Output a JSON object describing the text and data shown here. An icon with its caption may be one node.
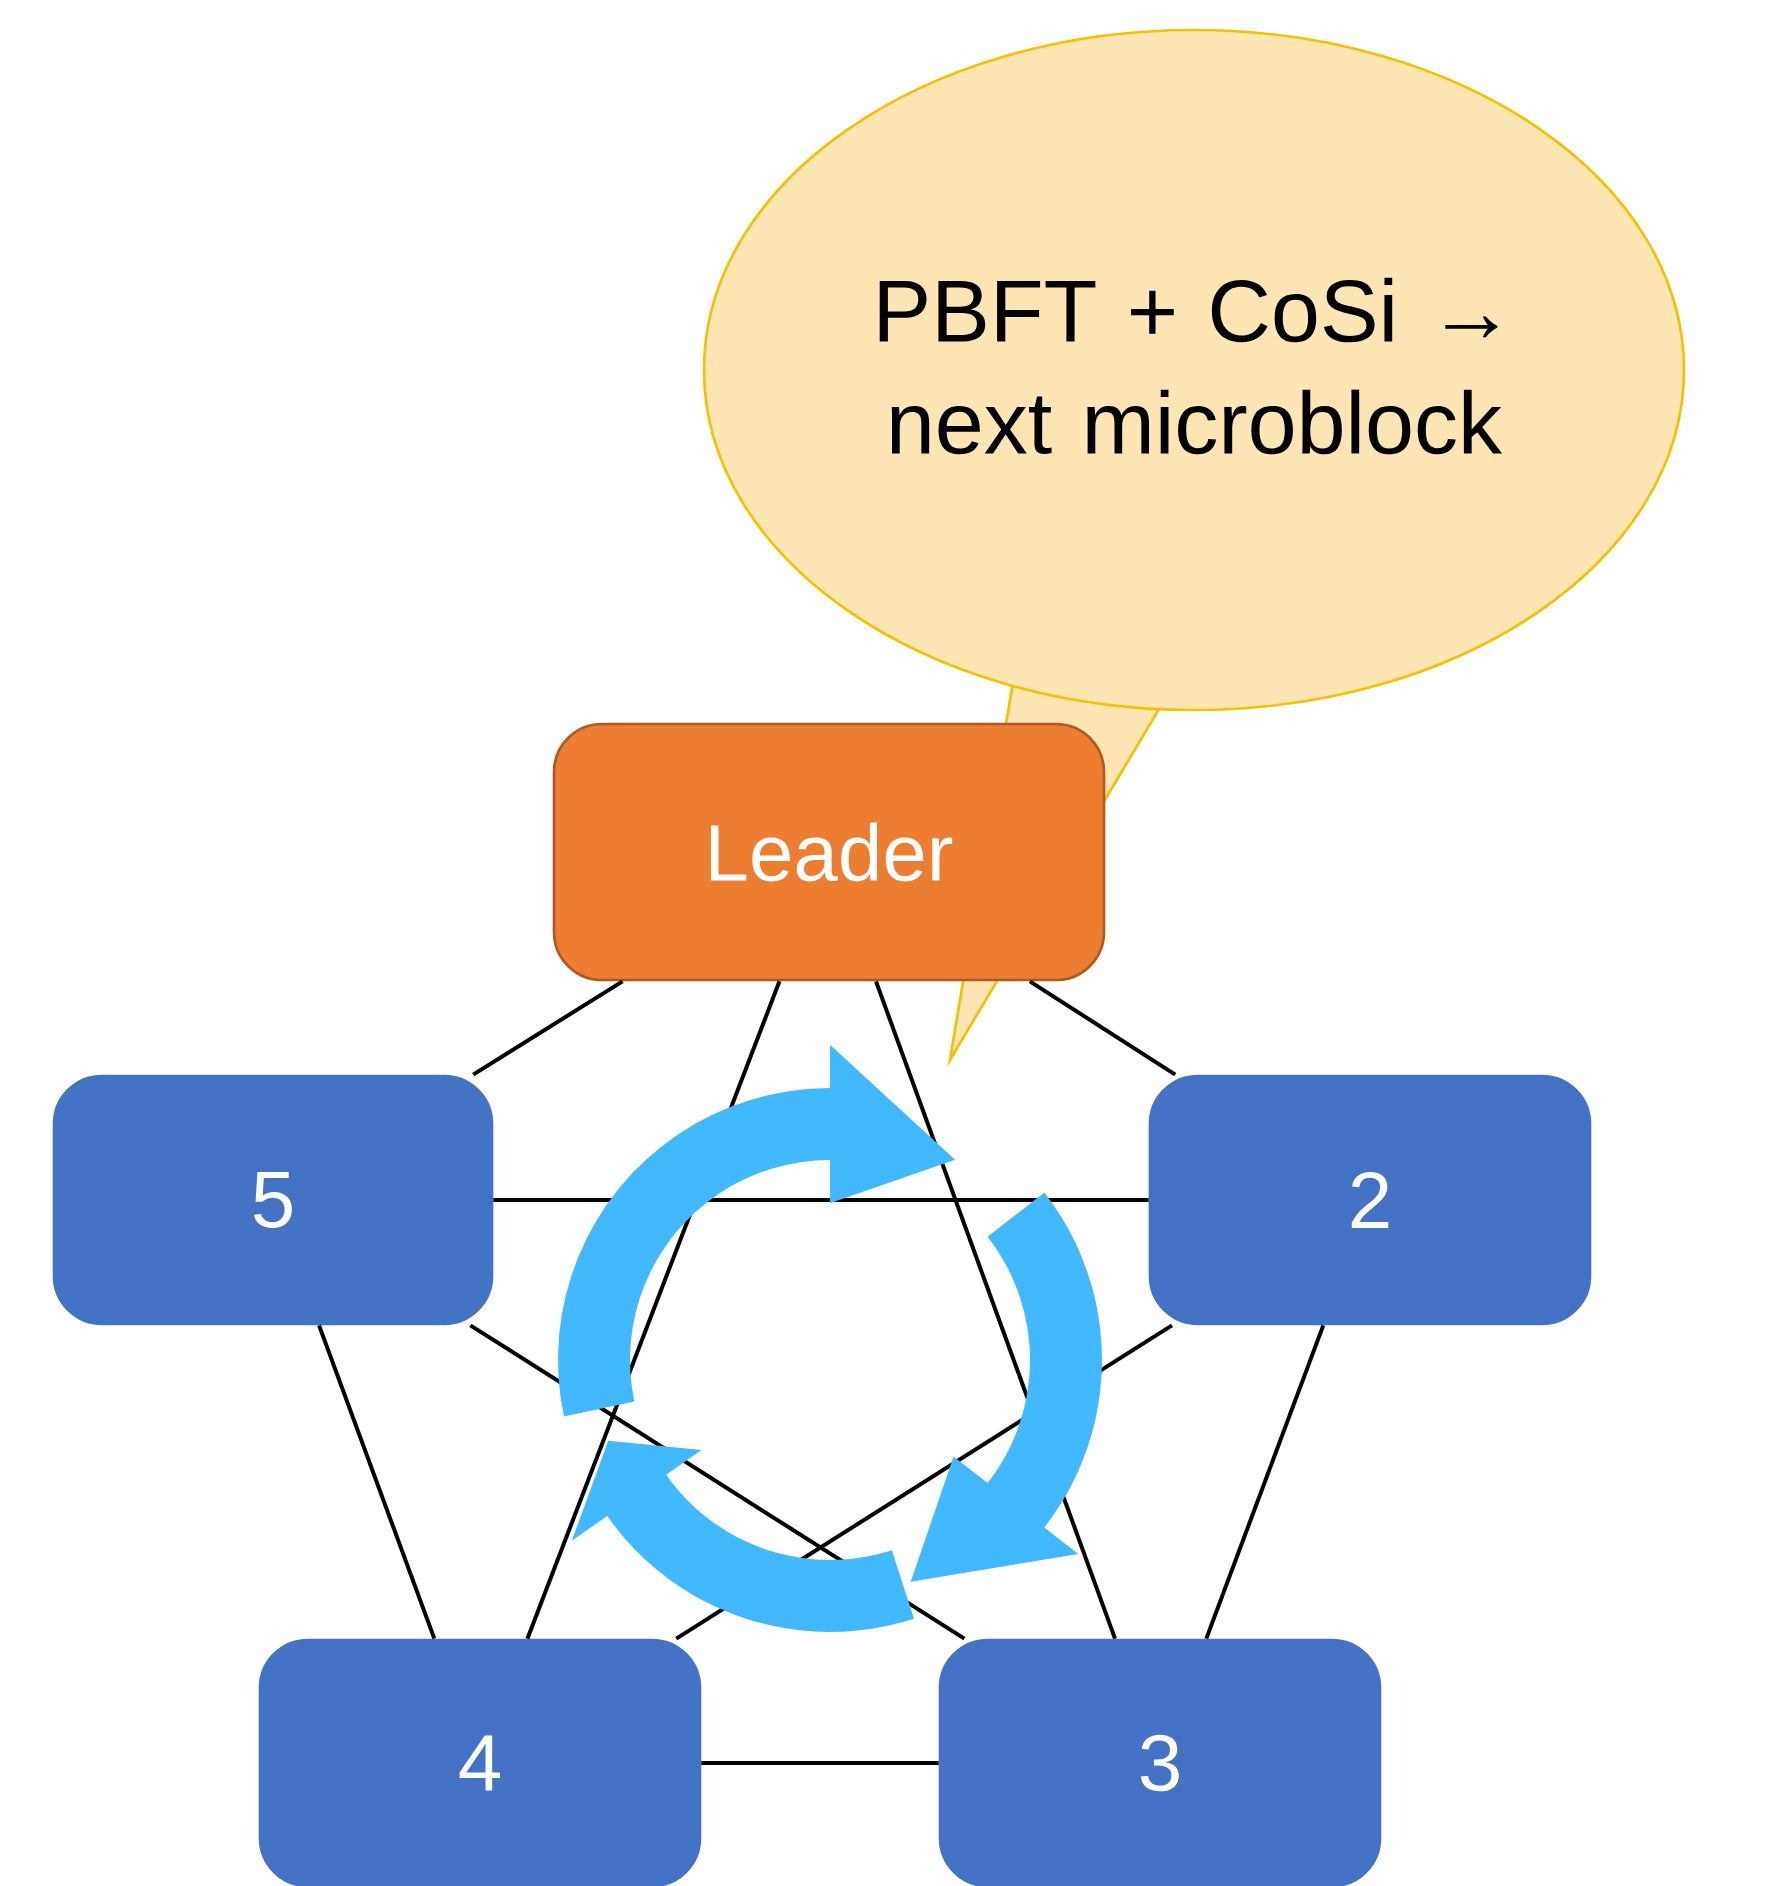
{
  "diagram": {
    "nodes": [
      {
        "text": [
          "PBFT + CoSi → next microblock"
        ]
      },
      {
        "text": [
          "Leader"
        ]
      },
      {
        "text": [
          "5"
        ]
      },
      {
        "text": [
          "2"
        ]
      },
      {
        "text": [
          "4"
        ]
      },
      {
        "text": [
          "3"
        ]
      }
    ],
    "edges": [
      {
        "from": 1,
        "to": 2,
        "arrow": "none"
      },
      {
        "from": 1,
        "to": 3,
        "arrow": "none"
      },
      {
        "from": 1,
        "to": 4,
        "arrow": "none"
      },
      {
        "from": 1,
        "to": 5,
        "arrow": "none"
      },
      {
        "from": 2,
        "to": 3,
        "arrow": "none"
      },
      {
        "from": 2,
        "to": 4,
        "arrow": "none"
      },
      {
        "from": 2,
        "to": 5,
        "arrow": "none"
      },
      {
        "from": 3,
        "to": 4,
        "arrow": "none"
      },
      {
        "from": 3,
        "to": 5,
        "arrow": "none"
      },
      {
        "from": 4,
        "to": 5,
        "arrow": "none"
      }
    ]
  }
}
